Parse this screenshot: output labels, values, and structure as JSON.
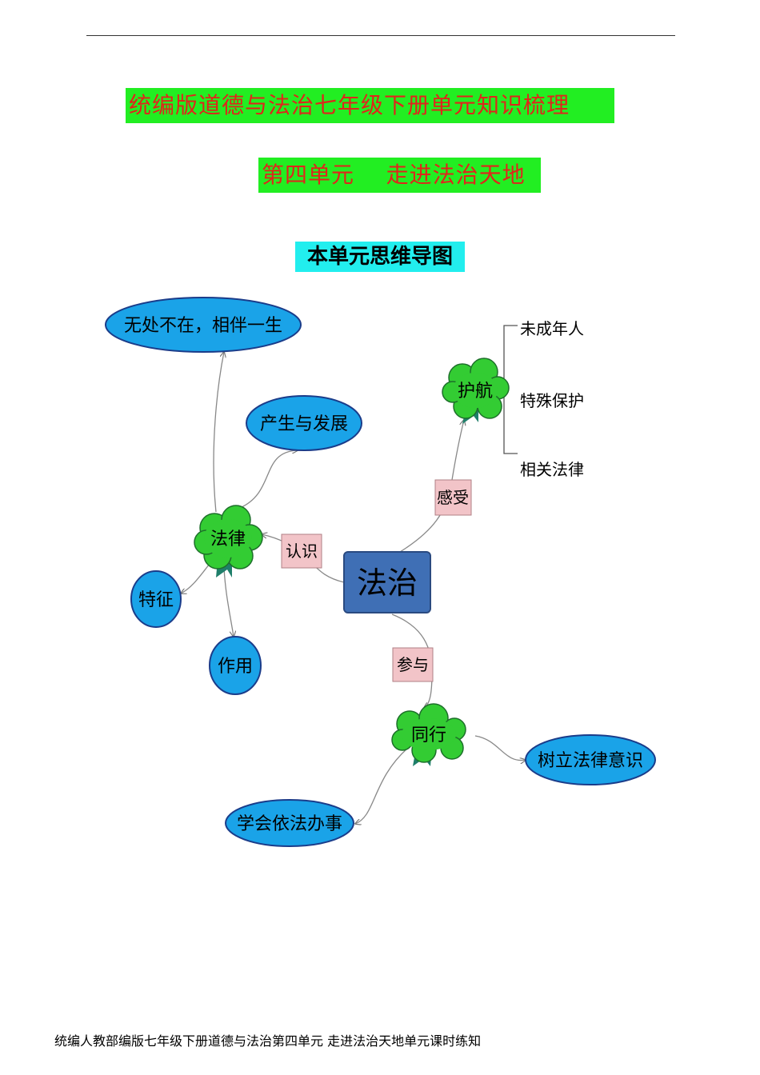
{
  "heading": {
    "title": "统编版道德与法治七年级下册单元知识梳理",
    "unit": "第四单元    走进法治天地"
  },
  "mind_map": {
    "title": "本单元思维导图",
    "center": "法治",
    "branches": {
      "recognize": {
        "label": "认识",
        "node": "法律",
        "children": [
          "无处不在，相伴一生",
          "产生与发展",
          "特征",
          "作用"
        ]
      },
      "feel": {
        "label": "感受",
        "node": "护航",
        "children": [
          "未成年人",
          "特殊保护",
          "相关法律"
        ]
      },
      "participate": {
        "label": "参与",
        "node": "同行",
        "children": [
          "树立法律意识",
          "学会依法办事"
        ]
      }
    }
  },
  "colors": {
    "title_highlight": "#22ee22",
    "title_text": "#e0251b",
    "map_title_highlight": "#22eeee",
    "oval_fill": "#1aa3e8",
    "oval_stroke": "#1a3c8a",
    "tree_fill": "#33cc33",
    "tree_trunk": "#1f7f6a",
    "center_fill": "#3f6fb5",
    "tag_fill": "#f2c4c8"
  },
  "footer": "统编人教部编版七年级下册道德与法治第四单元 走进法治天地单元课时练知"
}
